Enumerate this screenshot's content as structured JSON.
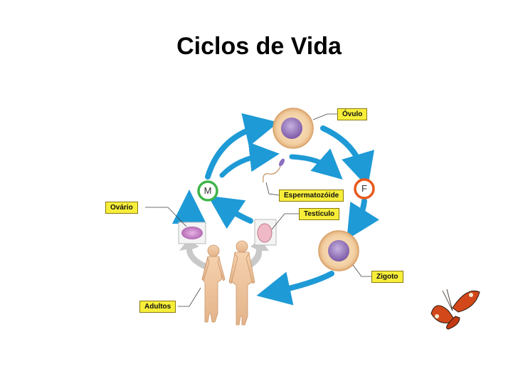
{
  "slide": {
    "title": "Ciclos de Vida"
  },
  "diagram": {
    "labels": {
      "ovulo": "Óvulo",
      "espermatozoide": "Espermatozóide",
      "testiculo": "Testículo",
      "ovario": "Ovário",
      "zigoto": "Zigoto",
      "adultos": "Adultos"
    },
    "markers": {
      "meiosis": "M",
      "fertilization": "F"
    },
    "colors": {
      "arrow": "#1e9ad6",
      "label_bg": "#f7ee3a",
      "meiosis_ring": "#3fb54a",
      "fertilization_ring": "#e8581c"
    }
  },
  "decoration": {
    "icon": "butterfly-icon"
  }
}
